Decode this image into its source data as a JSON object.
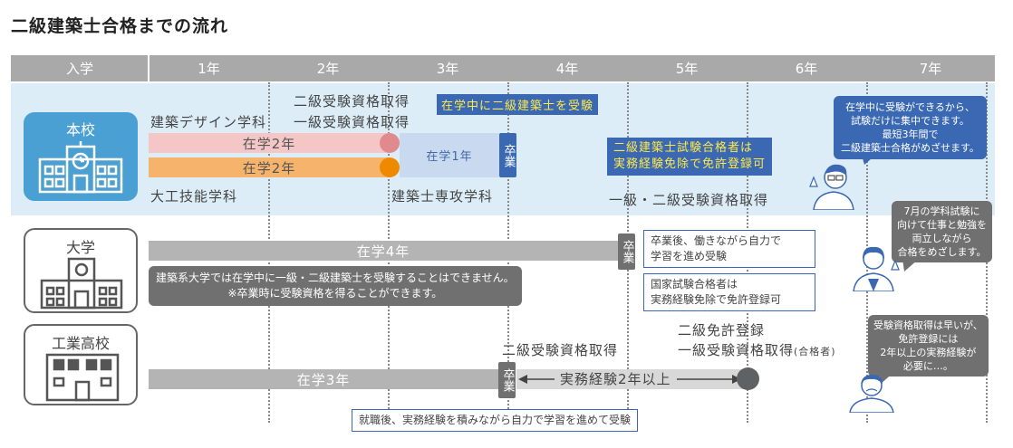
{
  "title": "二級建築士合格までの流れ",
  "header": {
    "cols": [
      "入学",
      "1年",
      "2年",
      "3年",
      "4年",
      "5年",
      "6年",
      "7年"
    ]
  },
  "honko": {
    "label": "本校",
    "course_design": "建築デザイン学科",
    "course_daiku": "大工技能学科",
    "course_senkou": "建築士専攻学科",
    "bar_design": "在学2年",
    "bar_daiku": "在学2年",
    "bar_senkou": "在学1年",
    "sotsu": "卒業",
    "exam_line1": "二級受験資格取得",
    "exam_line2": "一級受験資格取得",
    "callout_top": "在学中に二級建築士を受験",
    "callout_pass_1": "二級建築士試験合格者は",
    "callout_pass_2": "実務経験免除で免許登録可",
    "after": "一級・二級受験資格取得",
    "bubble_1": "在学中に受験ができるから、",
    "bubble_2": "試験だけに集中できます。",
    "bubble_3": "最短3年間で",
    "bubble_4": "二級建築士合格がめざせます。"
  },
  "daigaku": {
    "label": "大学",
    "bar": "在学4年",
    "sotsu": "卒業",
    "note_1": "建築系大学では在学中に一級・二級建築士を受験することはできません。",
    "note_2": "※卒業時に受験資格を得ることができます。",
    "box1_1": "卒業後、働きながら自力で",
    "box1_2": "学習を進め受験",
    "box2_1": "国家試験合格者は",
    "box2_2": "実務経験免除で免許登録可",
    "bubble_1": "7月の学科試験に",
    "bubble_2": "向けて仕事と勉強を",
    "bubble_3": "両立しながら",
    "bubble_4": "合格をめざします。"
  },
  "kogyo": {
    "label": "工業高校",
    "bar": "在学3年",
    "sotsu": "卒業",
    "exam": "二級受験資格取得",
    "experience": "実務経験2年以上",
    "license_1": "二級免許登録",
    "license_2": "一級受験資格取得",
    "license_note": "(合格者)",
    "box": "就職後、実務経験を積みながら自力で学習を進めて受験",
    "bubble_1": "受験資格取得は早いが、",
    "bubble_2": "免許登録には",
    "bubble_3": "2年以上の実務経験が",
    "bubble_4": "必要に…。"
  },
  "colors": {
    "header": "#a9a9a9",
    "band": "#dcedf8",
    "accent_blue": "#3a68b2",
    "icon_blue": "#4a9fd3",
    "pink": "#f5c6c6",
    "orange": "#f6b36b",
    "dot_orange": "#ef8a00",
    "dot_pink": "#e08a8e",
    "grey_bar": "#b4b4b4",
    "dark_grey": "#707070",
    "yellow_text": "#ffe94a"
  }
}
